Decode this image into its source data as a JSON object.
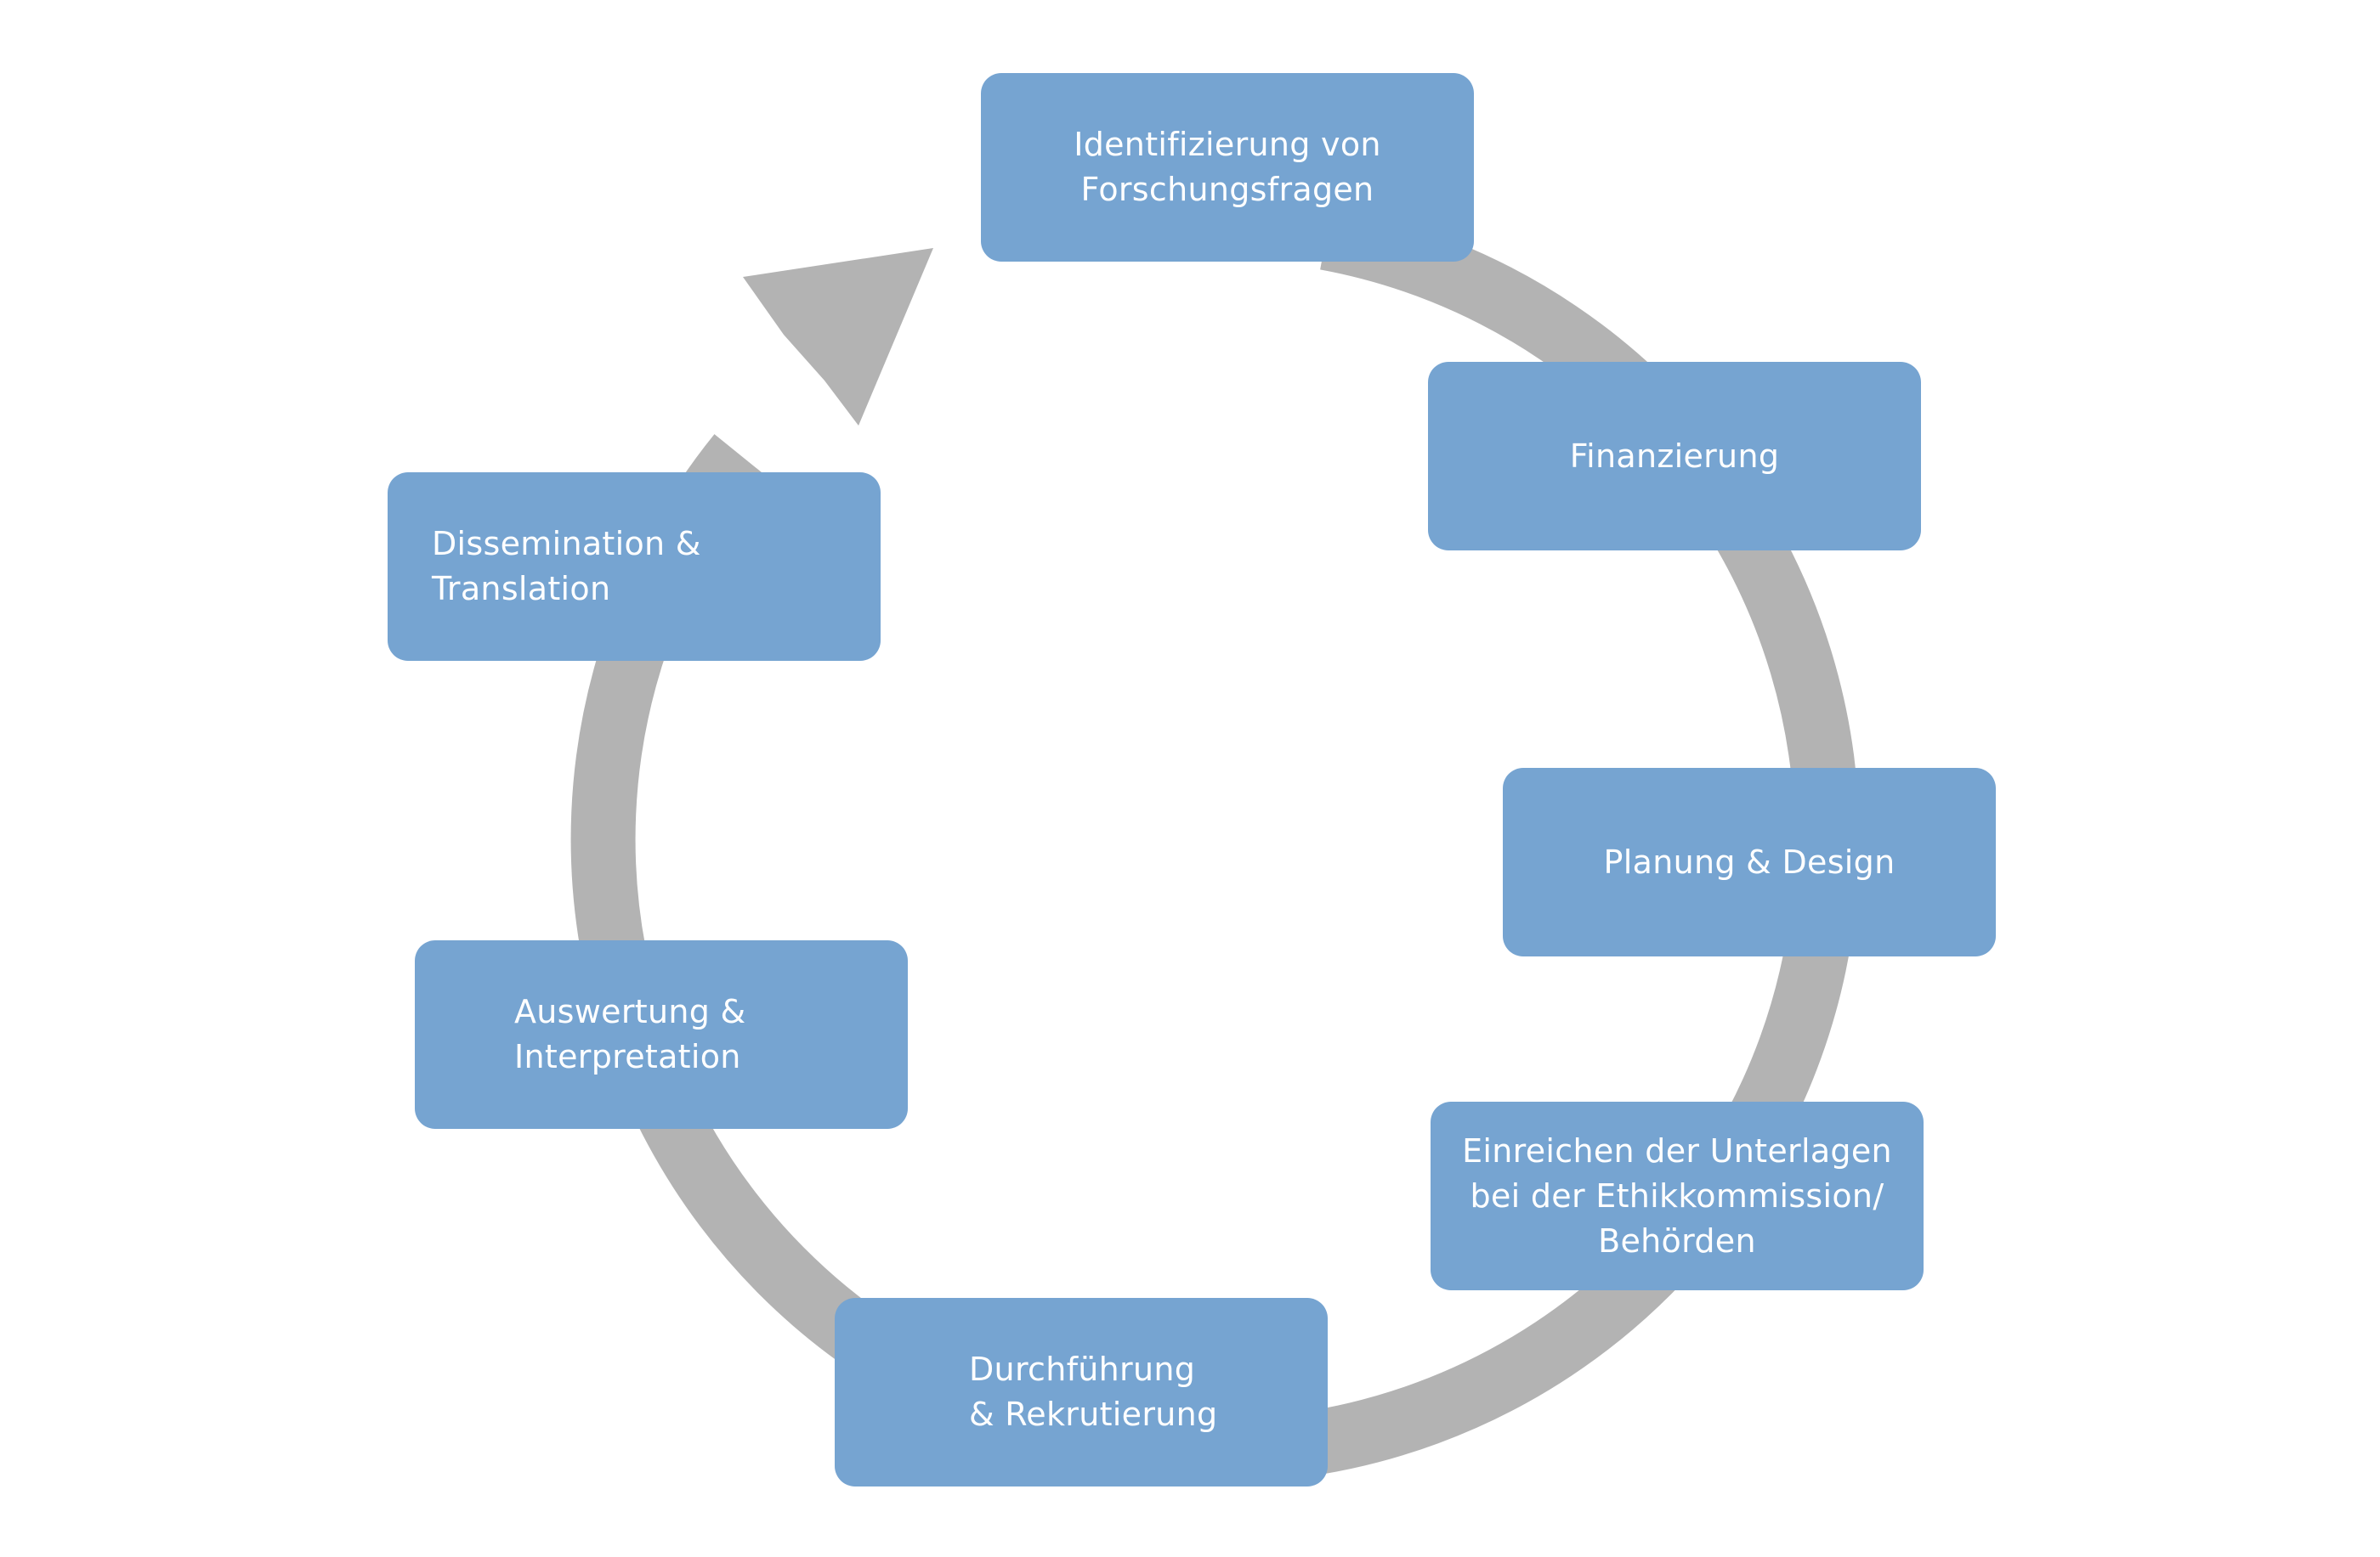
{
  "diagram": {
    "steps": [
      {
        "label": "Identifizierung von\nForschungsfragen"
      },
      {
        "label": "Finanzierung"
      },
      {
        "label": "Planung & Design"
      },
      {
        "label": "Einreichen der Unterlagen\nbei der Ethikkommission/\nBehörden"
      },
      {
        "label": "Durchführung\n& Rekrutierung"
      },
      {
        "label": "Auswertung &\nInterpretation"
      },
      {
        "label": "Dissemination &\nTranslation"
      }
    ]
  },
  "colors": {
    "box_fill": "#76A4D1",
    "box_text": "#ffffff",
    "arrow": "#B3B3B3",
    "background": "#ffffff"
  }
}
